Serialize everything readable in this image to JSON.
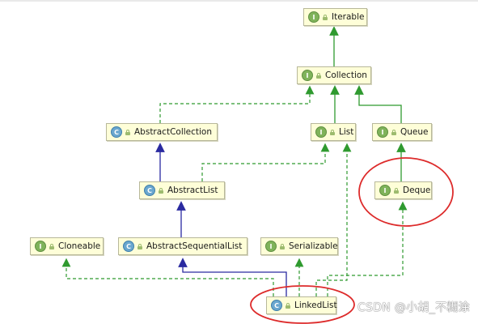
{
  "nodes": {
    "iterable": {
      "kind": "I",
      "label": "Iterable"
    },
    "collection": {
      "kind": "I",
      "label": "Collection"
    },
    "abstract_collection": {
      "kind": "C",
      "label": "AbstractCollection"
    },
    "list": {
      "kind": "I",
      "label": "List"
    },
    "queue": {
      "kind": "I",
      "label": "Queue"
    },
    "abstract_list": {
      "kind": "C",
      "label": "AbstractList"
    },
    "deque": {
      "kind": "I",
      "label": "Deque"
    },
    "cloneable": {
      "kind": "I",
      "label": "Cloneable"
    },
    "abstract_sequential_list": {
      "kind": "C",
      "label": "AbstractSequentialList"
    },
    "serializable": {
      "kind": "I",
      "label": "Serializable"
    },
    "linked_list": {
      "kind": "C",
      "label": "LinkedList"
    }
  },
  "watermark": "CSDN @小胡_不糊涂",
  "colors": {
    "extends_edge": "#2a2aa0",
    "implements_edge": "#2f9a2f",
    "highlight_circle": "#dd2b2b",
    "node_fill": "#fefed8"
  }
}
